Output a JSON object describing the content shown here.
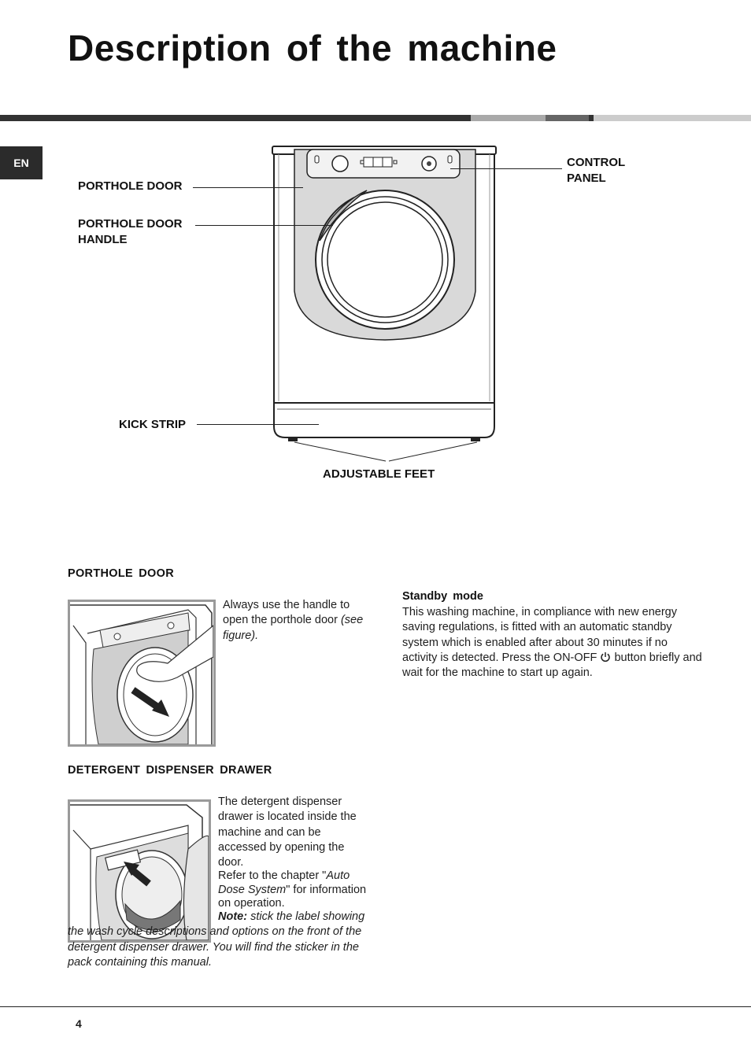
{
  "header": {
    "title": "Description of the machine",
    "language": "EN"
  },
  "diagram": {
    "labels": {
      "porthole_door": "PORTHOLE DOOR",
      "porthole_door_handle": [
        "PORTHOLE DOOR",
        "HANDLE"
      ],
      "control_panel": [
        "CONTROL",
        "PANEL"
      ],
      "kick_strip": "KICK STRIP",
      "adjustable_feet": "ADJUSTABLE FEET"
    }
  },
  "sections": {
    "porthole_door": {
      "heading": "PORTHOLE  DOOR",
      "text": "Always use the handle to open the porthole door ",
      "text_italic": "(see figure)."
    },
    "standby": {
      "heading": "Standby  mode",
      "text_before_icon": "This washing machine, in compliance with new energy saving regulations, is fitted with an automatic standby system which is enabled after about 30 minutes if no activity is detected. Press the ON-OFF ",
      "icon": "power-icon",
      "text_after_icon": " button briefly and wait for the machine to start up again."
    },
    "detergent": {
      "heading": "DETERGENT  DISPENSER  DRAWER",
      "text_1": "The detergent dispenser drawer is located inside the machine and can be accessed by opening the door.",
      "text_2a": "Refer to the chapter \"",
      "text_2_italic": "Auto Dose System",
      "text_2b": "\" for information on operation.",
      "note_label": "Note:",
      "note_text": " stick the label showing the wash cycle descriptions and options on the front of the detergent dispenser drawer. You will find the sticker in the pack containing this manual."
    }
  },
  "footer": {
    "page_number": "4"
  },
  "colors": {
    "bar_dark": "#333333",
    "bar_mid": "#a9a9a9",
    "bar_accent": "#666666",
    "bar_light": "#cccccc",
    "badge": "#2b2b2b",
    "figure_border": "#9a9a9a"
  }
}
